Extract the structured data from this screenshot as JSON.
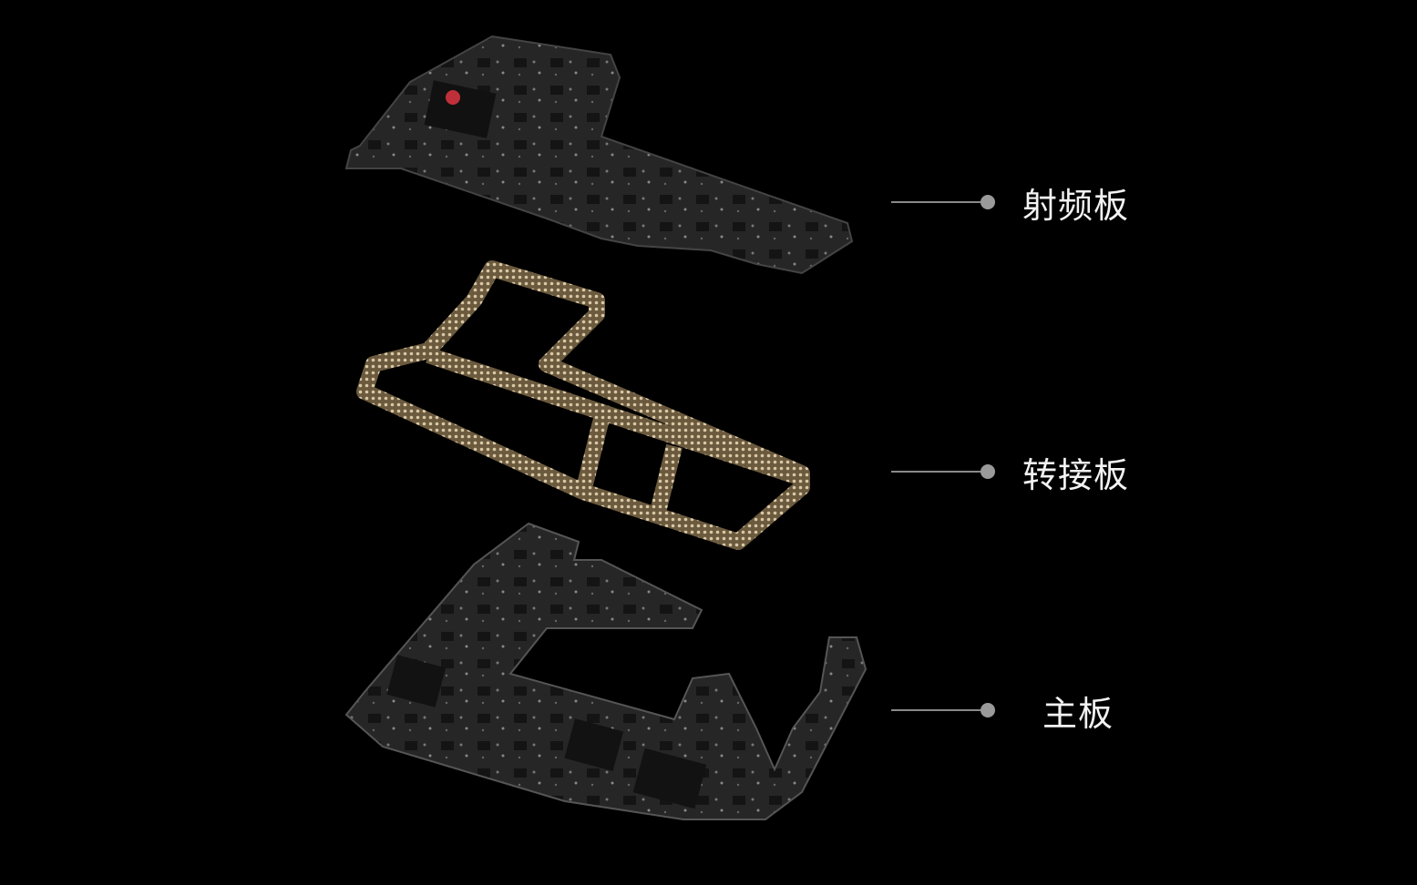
{
  "colors": {
    "background": "#000000",
    "board": "#2a2a2a",
    "frame_gold": "#b89a68",
    "callout_line": "#8a8a8a",
    "label": "#f2f2f2"
  },
  "callouts": [
    {
      "label": "射频板"
    },
    {
      "label": "转接板"
    },
    {
      "label": "主板"
    }
  ]
}
